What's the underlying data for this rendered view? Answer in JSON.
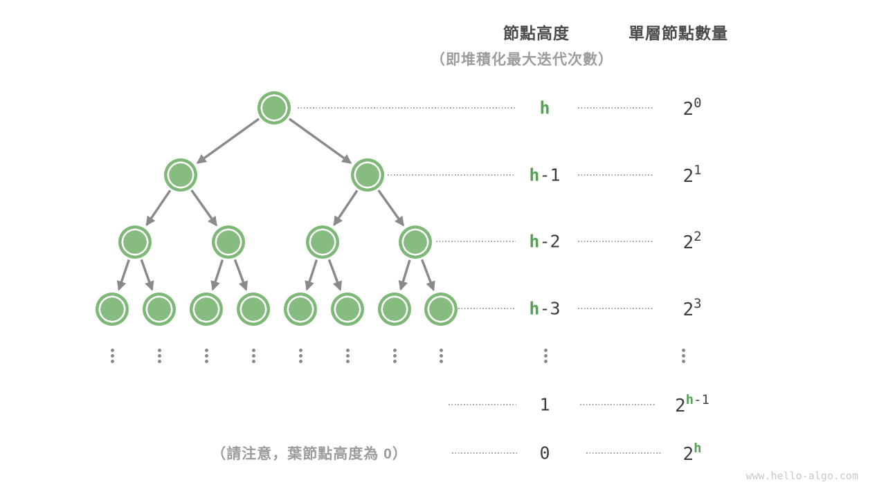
{
  "headers": {
    "node_height": "節點高度",
    "node_height_subtitle": "（即堆積化最大迭代次數）",
    "level_node_count": "單層節點數量"
  },
  "rows": [
    {
      "height_green": "h",
      "height_dark": "",
      "count_base": "2",
      "exp_green": "",
      "exp_dark": "0"
    },
    {
      "height_green": "h",
      "height_dark": "-1",
      "count_base": "2",
      "exp_green": "",
      "exp_dark": "1"
    },
    {
      "height_green": "h",
      "height_dark": "-2",
      "count_base": "2",
      "exp_green": "",
      "exp_dark": "2"
    },
    {
      "height_green": "h",
      "height_dark": "-3",
      "count_base": "2",
      "exp_green": "",
      "exp_dark": "3"
    },
    {
      "height_green": "",
      "height_dark": "1",
      "count_base": "2",
      "exp_green": "h",
      "exp_dark": "-1"
    },
    {
      "height_green": "",
      "height_dark": "0",
      "count_base": "2",
      "exp_green": "h",
      "exp_dark": ""
    }
  ],
  "note": "（請注意，葉節點高度為 0）",
  "watermark": "www.hello-algo.com",
  "tree": {
    "type": "perfect-binary-tree",
    "levels_shown": 4,
    "nodes_per_level": [
      1,
      2,
      4,
      8
    ],
    "continues_with_ellipsis": true
  },
  "colors": {
    "node_fill": "#86BC80",
    "node_border": "#7DB877",
    "accent_green": "#57A257",
    "line_gray": "#8A8A8A",
    "dotted_gray": "#A5A5A5",
    "text_dark": "#3A3E43",
    "header_dark": "#4B4B4B",
    "muted_gray": "#9C9C9C",
    "watermark_gray": "#C9C9C9"
  }
}
